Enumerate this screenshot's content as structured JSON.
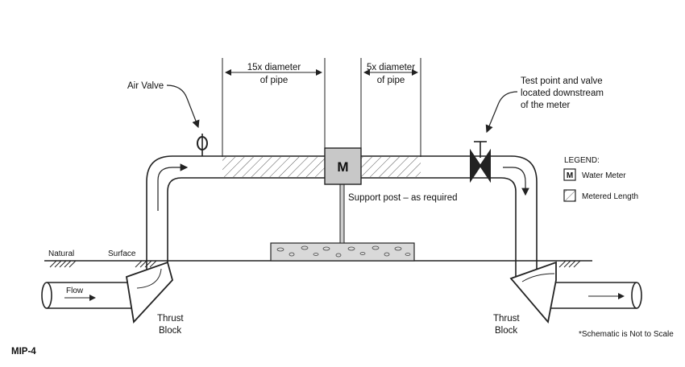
{
  "labels": {
    "air_valve": "Air Valve",
    "upstream_line1": "15x   diameter",
    "upstream_line2": "of pipe",
    "downstream_line1": "5x diameter",
    "downstream_line2": "of pipe",
    "test_point_line1": "Test point and valve",
    "test_point_line2": "located downstream",
    "test_point_line3": "of the meter",
    "meter_letter": "M",
    "support_post": "Support post – as required",
    "natural": "Natural",
    "surface": "Surface",
    "flow": "Flow",
    "thrust_left_1": "Thrust",
    "thrust_left_2": "Block",
    "thrust_right_1": "Thrust",
    "thrust_right_2": "Block",
    "note": "*Schematic is Not to Scale",
    "figure_id": "MIP-4"
  },
  "legend": {
    "title": "LEGEND:",
    "meter_symbol": "M",
    "meter_label": "Water Meter",
    "metered_label": "Metered Length"
  },
  "colors": {
    "line": "#222222",
    "meter_fill": "#c8c8c8",
    "hatch": "#555555",
    "ground_fill": "#d9d9d9"
  }
}
